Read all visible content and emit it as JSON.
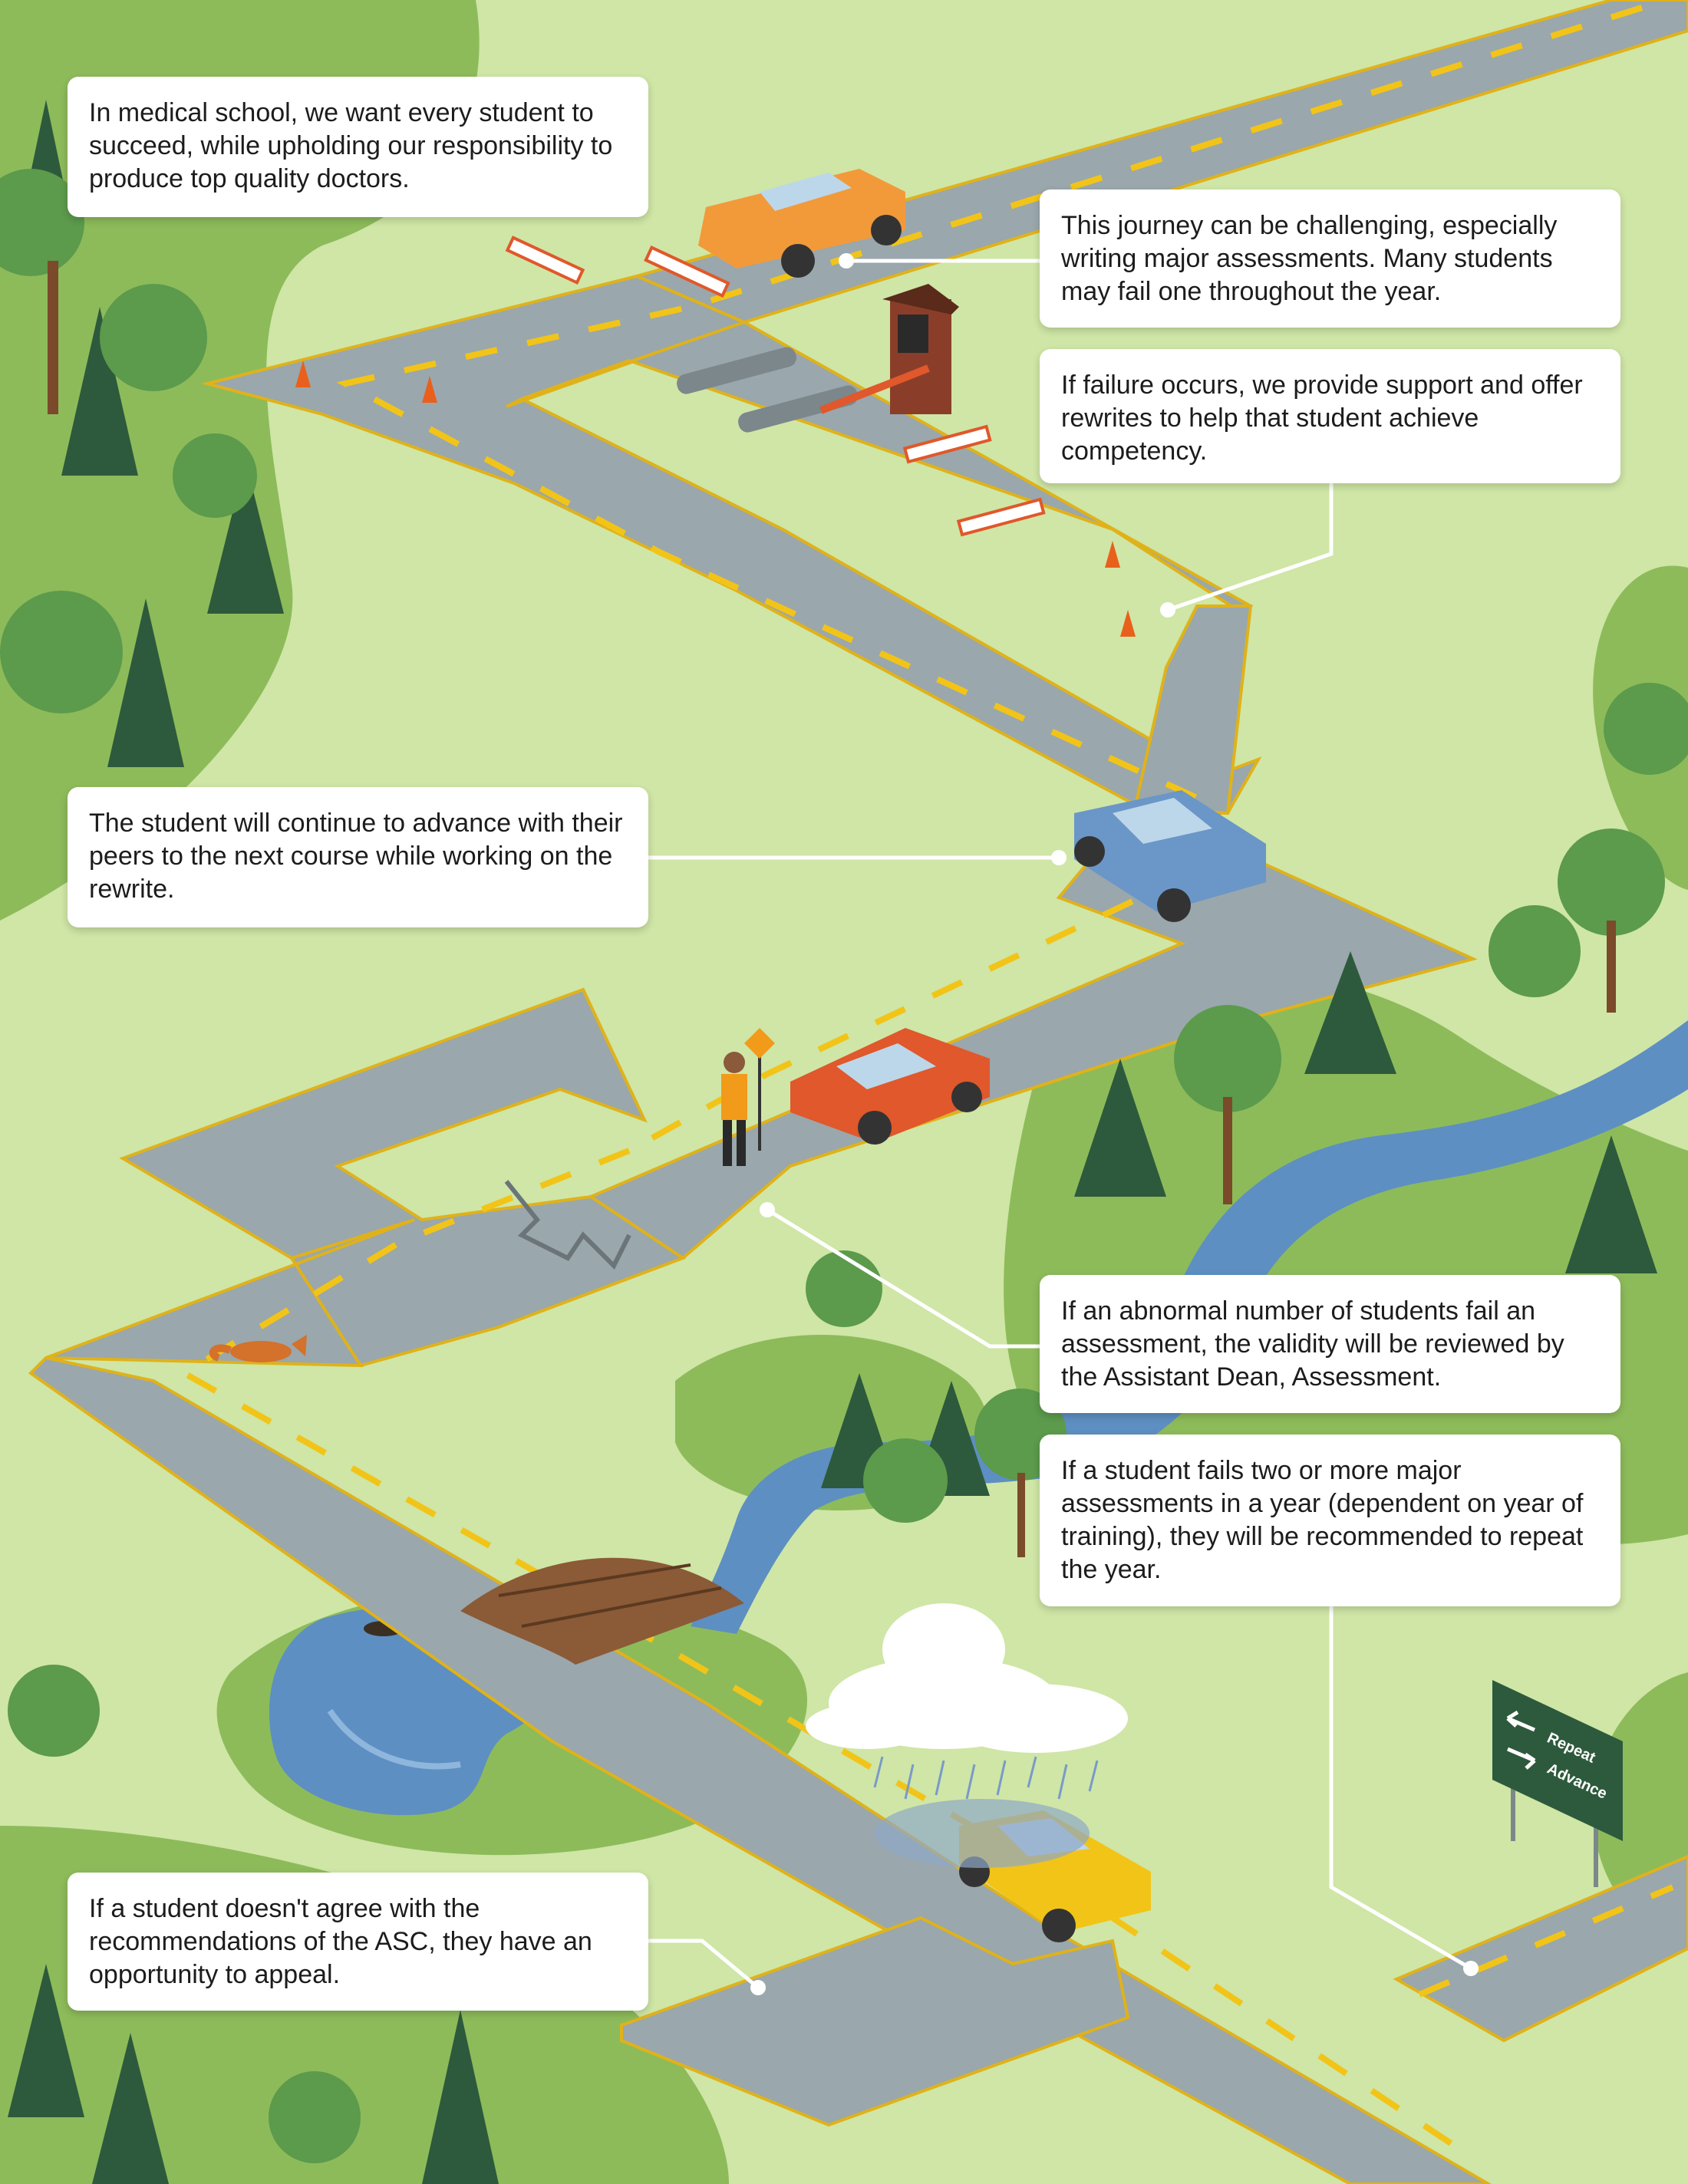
{
  "callouts": [
    {
      "id": "intro",
      "text": "In medical school, we want every student to succeed, while upholding our responsibility to produce top quality doctors."
    },
    {
      "id": "challenge",
      "text": "This journey can be challenging, especially writing major assessments. Many students may fail one throughout the year."
    },
    {
      "id": "support",
      "text": "If failure occurs, we provide support and offer rewrites to help that student achieve competency."
    },
    {
      "id": "advance",
      "text": "The student will continue to advance with their peers to the next course while working on the rewrite."
    },
    {
      "id": "validity",
      "text": "If an abnormal number of students fail an assessment, the validity will be reviewed by the Assistant Dean, Assessment."
    },
    {
      "id": "repeat",
      "text": "If a student fails two or more major assessments in a year (dependent on year of training), they will be recommended to repeat the year."
    },
    {
      "id": "appeal",
      "text": "If a student doesn't agree with the recommendations of the ASC, they have an opportunity to appeal."
    }
  ],
  "sign": {
    "top": "Repeat",
    "bottom": "Advance"
  },
  "colors": {
    "grass_light": "#cfe6a6",
    "grass_dark": "#8dbb5a",
    "road": "#9aa7ac",
    "road_line": "#f2c418",
    "water": "#5d8fc2",
    "sign_green": "#2d5a3c"
  }
}
